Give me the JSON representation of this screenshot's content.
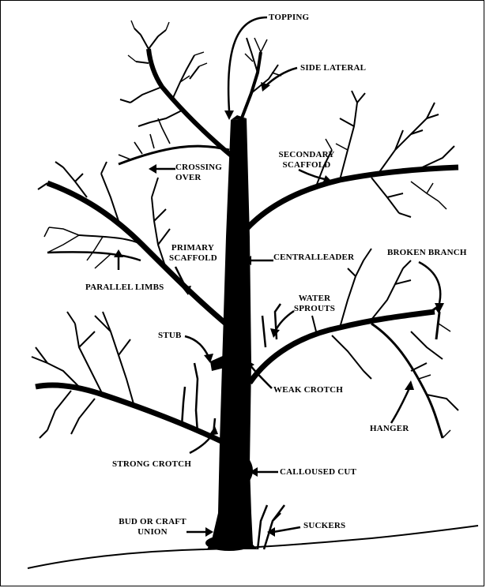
{
  "labels": {
    "topping": "TOPPING",
    "side_lateral": "SIDE LATERAL",
    "secondary_scaffold_1": "SECONDARY",
    "secondary_scaffold_2": "SCAFFOLD",
    "crossing_over_1": "CROSSING",
    "crossing_over_2": "OVER",
    "primary_scaffold_1": "PRIMARY",
    "primary_scaffold_2": "SCAFFOLD",
    "central_leader": "CENTRALLEADER",
    "broken_branch": "BROKEN BRANCH",
    "parallel_limbs": "PARALLEL LIMBS",
    "water_sprouts_1": "WATER",
    "water_sprouts_2": "SPROUTS",
    "stub": "STUB",
    "weak_crotch": "WEAK CROTCH",
    "hanger": "HANGER",
    "strong_crotch": "STRONG CROTCH",
    "calloused_cut": "CALLOUSED CUT",
    "bud_union_1": "BUD OR CRAFT",
    "bud_union_2": "UNION",
    "suckers": "SUCKERS"
  },
  "colors": {
    "ink": "#000000",
    "paper": "#ffffff"
  }
}
